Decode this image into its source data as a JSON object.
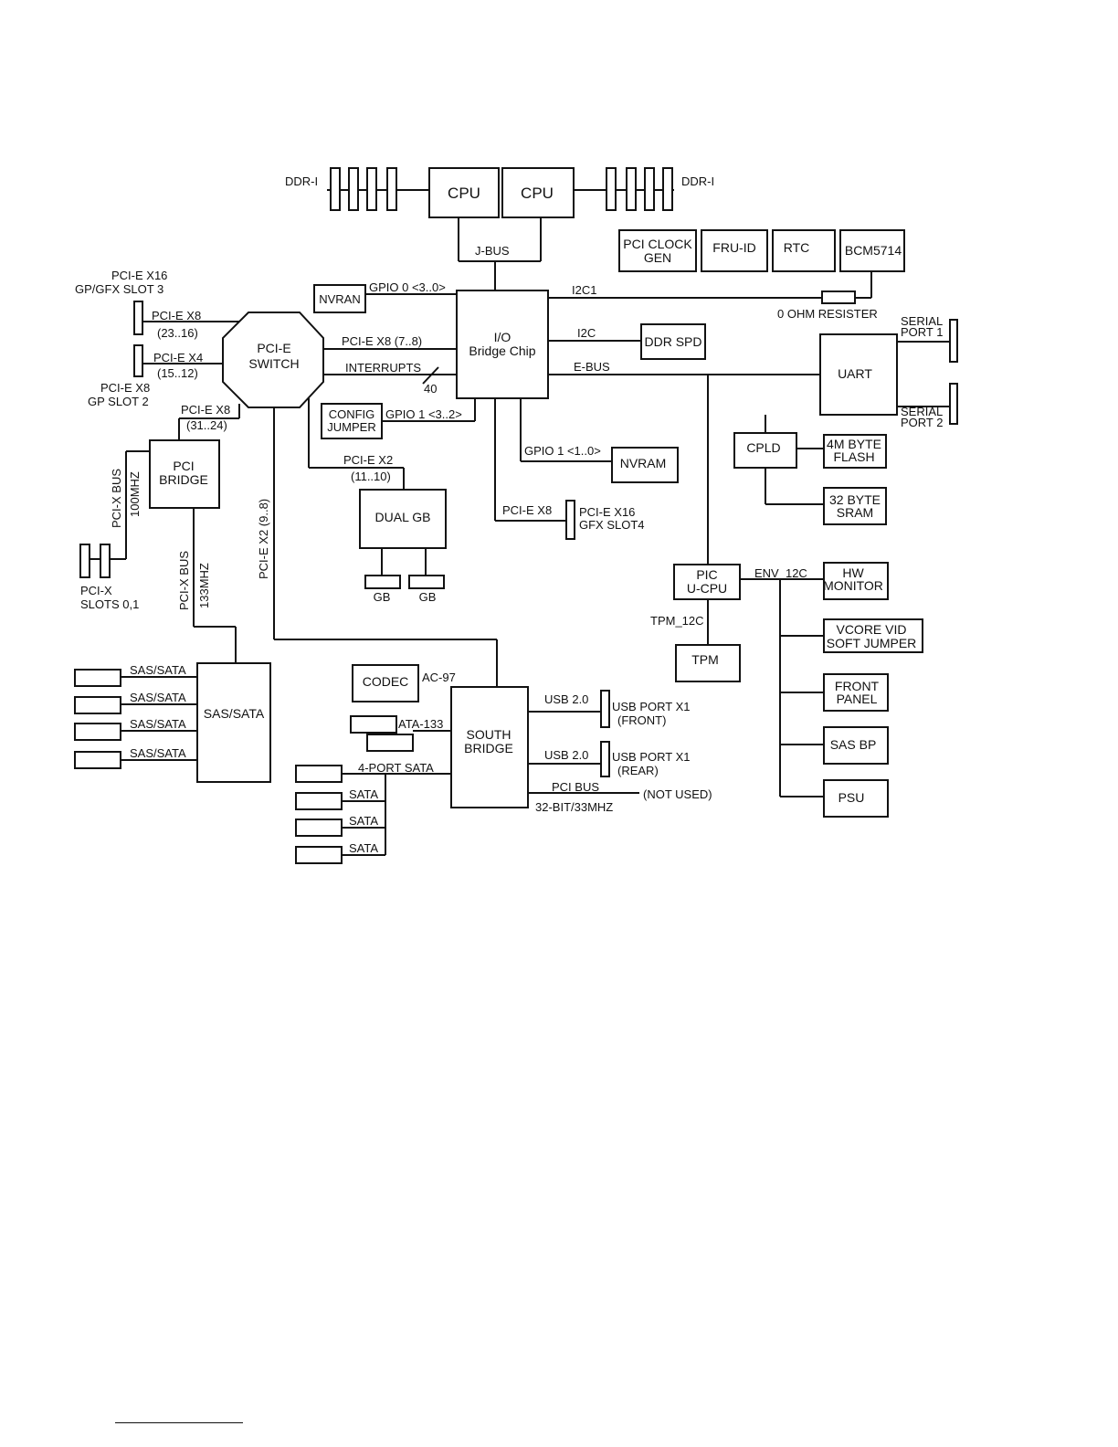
{
  "blocks": {
    "cpu1": "CPU",
    "cpu2": "CPU",
    "ddr_left": "DDR-I",
    "ddr_right": "DDR-I",
    "pci_clock_gen_1": "PCI CLOCK",
    "pci_clock_gen_2": "GEN",
    "fru_id": "FRU-ID",
    "rtc": "RTC",
    "bcm5714": "BCM5714",
    "nvran": "NVRAN",
    "io_bridge_1": "I/O",
    "io_bridge_2": "Bridge Chip",
    "pcie_switch_1": "PCI-E",
    "pcie_switch_2": "SWITCH",
    "ddr_spd": "DDR SPD",
    "uart": "UART",
    "config_jumper_1": "CONFIG",
    "config_jumper_2": "JUMPER",
    "nvram": "NVRAM",
    "cpld": "CPLD",
    "flash_1": "4M BYTE",
    "flash_2": "FLASH",
    "sram_1": "32 BYTE",
    "sram_2": "SRAM",
    "pci_bridge_1": "PCI",
    "pci_bridge_2": "BRIDGE",
    "dual_gb": "DUAL GB",
    "gb1": "GB",
    "gb2": "GB",
    "pic_ucpu_1": "PIC",
    "pic_ucpu_2": "U-CPU",
    "hw_monitor_1": "HW",
    "hw_monitor_2": "MONITOR",
    "vcore_1": "VCORE VID",
    "vcore_2": "SOFT JUMPER",
    "tpm": "TPM",
    "front_panel_1": "FRONT",
    "front_panel_2": "PANEL",
    "sas_bp": "SAS BP",
    "psu": "PSU",
    "sas_sata_ctrl": "SAS/SATA",
    "codec": "CODEC",
    "south_bridge_1": "SOUTH",
    "south_bridge_2": "BRIDGE"
  },
  "labels": {
    "jbus": "J-BUS",
    "gpio0": "GPIO 0 <3..0>",
    "i2c1": "I2C1",
    "ohm_resister": "0 OHM RESISTER",
    "i2c": "I2C",
    "ebus": "E-BUS",
    "serial1_a": "SERIAL",
    "serial1_b": "PORT 1",
    "serial2_a": "SERIAL",
    "serial2_b": "PORT 2",
    "pcie_x8_78": "PCI-E X8 (7..8)",
    "interrupts": "INTERRUPTS",
    "int_40": "40",
    "gpio1_32": "GPIO 1 <3..2>",
    "gpio1_10": "GPIO 1 <1..0>",
    "slot3_a": "PCI-E X16",
    "slot3_b": "GP/GFX SLOT 3",
    "x8_2316_a": "PCI-E X8",
    "x8_2316_b": "(23..16)",
    "x4_1512_a": "PCI-E X4",
    "x4_1512_b": "(15..12)",
    "slot2_a": "PCI-E X8",
    "slot2_b": "GP SLOT 2",
    "x8_3124_a": "PCI-E X8",
    "x8_3124_b": "(31..24)",
    "x2_1110_a": "PCI-E X2",
    "x2_1110_b": "(11..10)",
    "pcix_bus_100_a": "PCI-X BUS",
    "pcix_bus_100_b": "100MHZ",
    "pcix_slots_a": "PCI-X",
    "pcix_slots_b": "SLOTS 0,1",
    "pcix_bus_133_a": "PCI-X BUS",
    "pcix_bus_133_b": "133MHZ",
    "x2_98": "PCI-E X2  (9..8)",
    "pcie_x8_gfx": "PCI-E X8",
    "slot4_a": "PCI-E X16",
    "slot4_b": "GFX SLOT4",
    "env_12c": "ENV_12C",
    "tpm_12c": "TPM_12C",
    "sas_sata_1": "SAS/SATA",
    "sas_sata_2": "SAS/SATA",
    "sas_sata_3": "SAS/SATA",
    "sas_sata_4": "SAS/SATA",
    "ac97": "AC-97",
    "ata133": "ATA-133",
    "port4_sata": "4-PORT SATA",
    "sata_1": "SATA",
    "sata_2": "SATA",
    "sata_3": "SATA",
    "usb20_front": "USB 2.0",
    "usb_front_a": "USB PORT X1",
    "usb_front_b": "(FRONT)",
    "usb20_rear": "USB 2.0",
    "usb_rear_a": "USB PORT X1",
    "usb_rear_b": "(REAR)",
    "pci_bus": "PCI BUS",
    "not_used": "(NOT USED)",
    "pci_32bit": "32-BIT/33MHZ"
  }
}
